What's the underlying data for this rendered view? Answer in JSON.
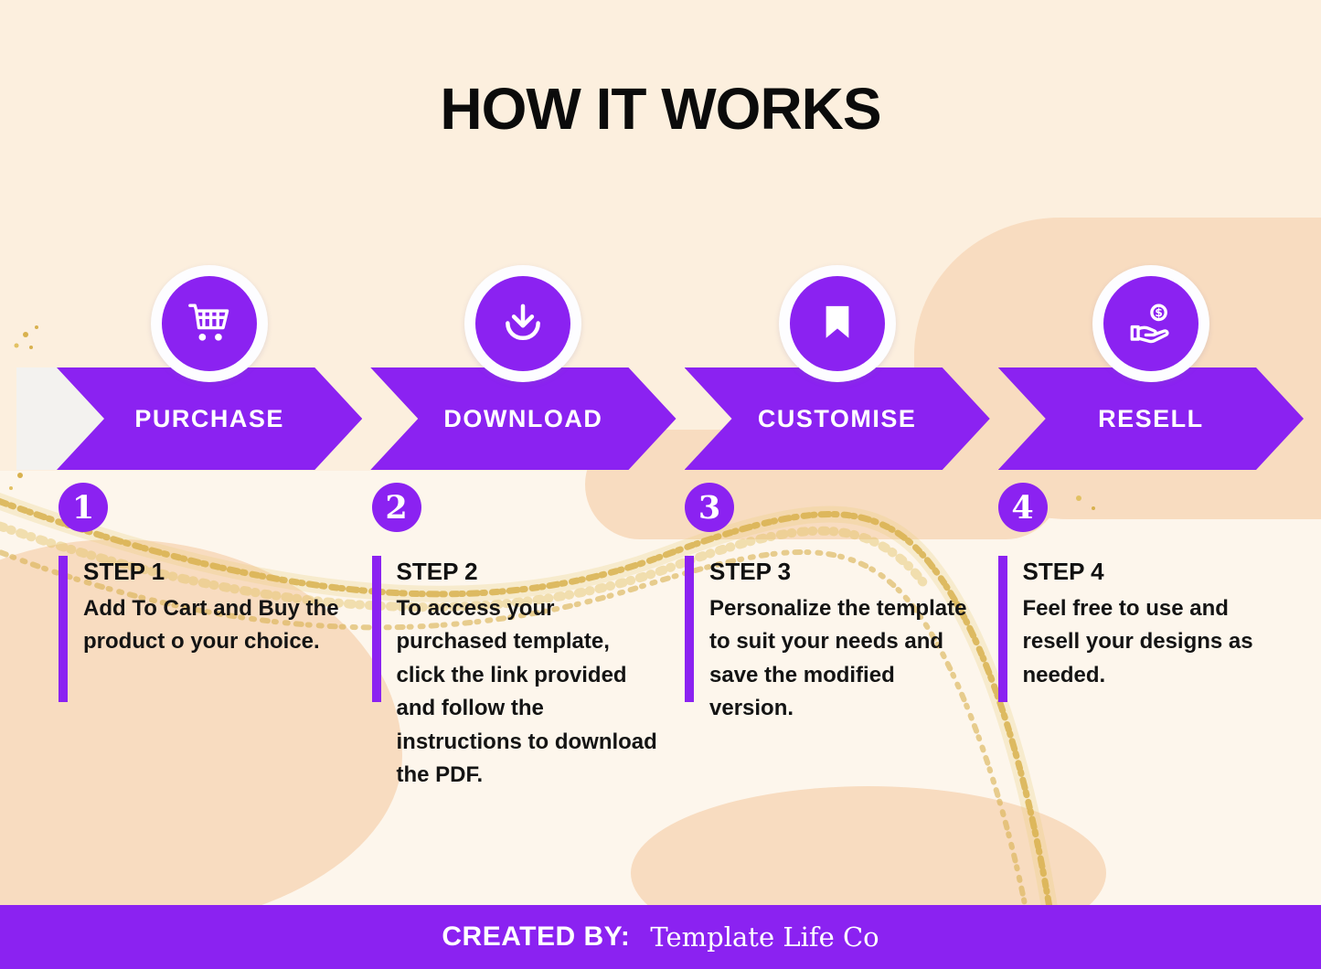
{
  "title": "HOW IT WORKS",
  "steps": [
    {
      "banner": "PURCHASE",
      "icon": "cart-icon",
      "number": "1",
      "heading": "STEP 1",
      "body": "Add To Cart and Buy the product o your choice."
    },
    {
      "banner": "DOWNLOAD",
      "icon": "download-icon",
      "number": "2",
      "heading": "STEP 2",
      "body": "To access your purchased template, click the link provided and follow the instructions to download the PDF."
    },
    {
      "banner": "CUSTOMISE",
      "icon": "bookmark-icon",
      "number": "3",
      "heading": "STEP 3",
      "body": "Personalize the template to suit your needs and save the modified version."
    },
    {
      "banner": "RESELL",
      "icon": "hand-coin-icon",
      "number": "4",
      "heading": "STEP 4",
      "body": "Feel free to use and resell your designs as needed."
    }
  ],
  "footer": {
    "label": "CREATED BY:",
    "value": "Template Life Co"
  },
  "colors": {
    "purple": "#8b22f1",
    "gold": "#d8b14e",
    "peach": "#f8dcc0",
    "cream": "#fcefde"
  }
}
